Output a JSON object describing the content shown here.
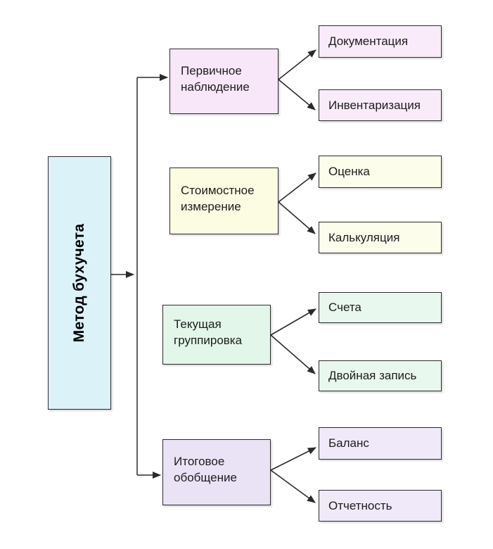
{
  "diagram": {
    "line_color": "#2b2b2b",
    "border_color": "#2b2b2b",
    "root": {
      "label": "Метод бухучета",
      "fill": "#dcf2f9"
    },
    "groups": [
      {
        "name": "Первичное наблюдение",
        "fill": "#f8e7f8",
        "child_fill": "#f9ebf9",
        "children": [
          "Документация",
          "Инвентаризация"
        ]
      },
      {
        "name": "Стоимостное измерение",
        "fill": "#fcfce3",
        "child_fill": "#fdfdeb",
        "children": [
          "Оценка",
          "Калькуляция"
        ]
      },
      {
        "name": "Текущая группировка",
        "fill": "#e3f6ea",
        "child_fill": "#e9f8ef",
        "children": [
          "Счета",
          "Двойная запись"
        ]
      },
      {
        "name": "Итоговое обобщение",
        "fill": "#eae3f6",
        "child_fill": "#efe9f9",
        "children": [
          "Баланс",
          "Отчетность"
        ]
      }
    ]
  }
}
